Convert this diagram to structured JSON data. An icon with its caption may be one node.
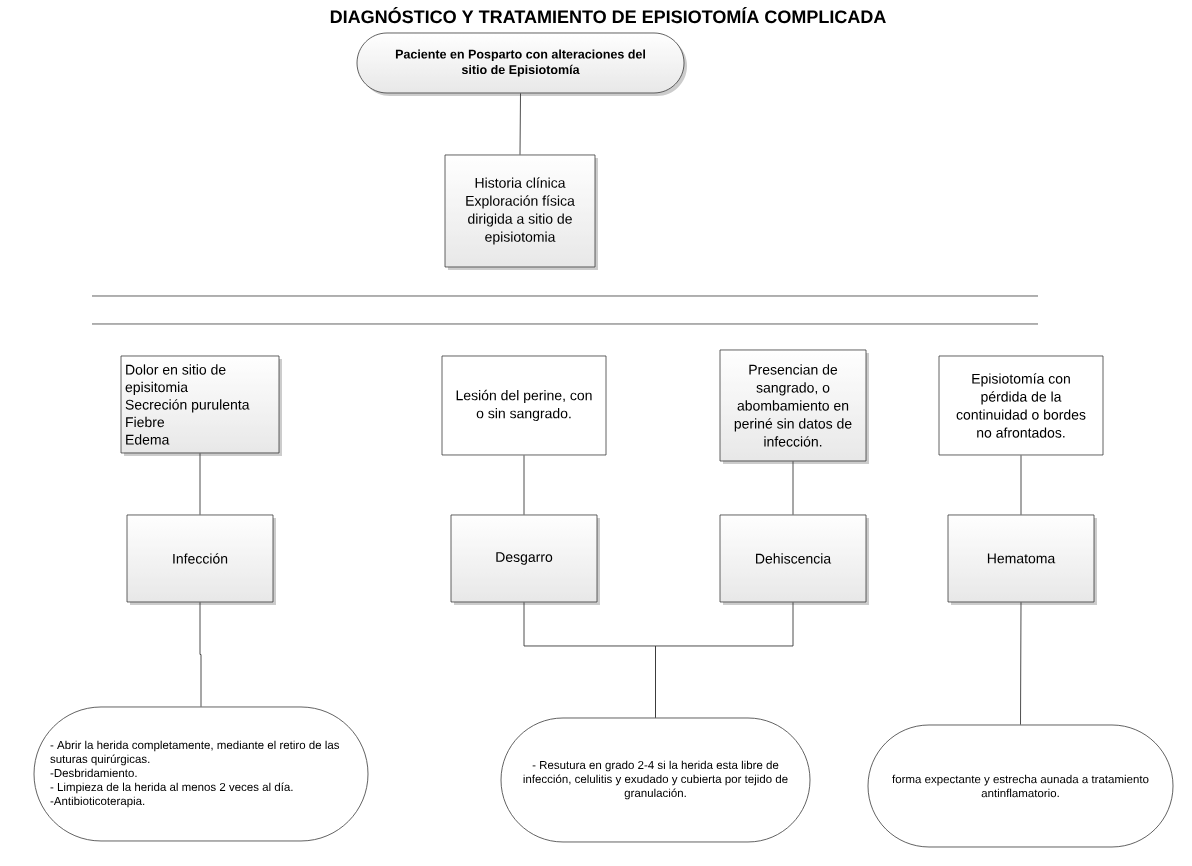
{
  "diagram": {
    "title": "DIAGNÓSTICO Y TRATAMIENTO DE EPISIOTOMÍA COMPLICADA",
    "nodes": [
      {
        "text": [
          "Paciente en Posparto con alteraciones del sitio de Episiotomía"
        ]
      },
      {
        "text": [
          "Historia clínica",
          "Exploración física dirigida a sitio de episiotomia"
        ]
      },
      {
        "text": [
          "Dolor en sitio de episitomia",
          "Secreción purulenta",
          "Fiebre",
          "Edema"
        ]
      },
      {
        "text": [
          "Lesión del perine, con o sin sangrado."
        ]
      },
      {
        "text": [
          "Presencian de sangrado, o abombamiento en periné sin datos de infección."
        ]
      },
      {
        "text": [
          "Episiotomía con pérdida de la continuidad o bordes no afrontados."
        ]
      },
      {
        "text": [
          "Infección"
        ]
      },
      {
        "text": [
          "Desgarro"
        ]
      },
      {
        "text": [
          "Dehiscencia"
        ]
      },
      {
        "text": [
          "Hematoma"
        ]
      },
      {
        "text": [
          "- Abrir la herida completamente, mediante el retiro de las suturas quirúrgicas.",
          "-Desbridamiento.",
          "- Limpieza de la herida al menos 2 veces al día.",
          "-Antibioticoterapia."
        ]
      },
      {
        "text": [
          "- Resutura en grado 2-4 si la herida esta libre de infección, celulitis y exudado y cubierta por tejido de granulación."
        ]
      },
      {
        "text": [
          "forma expectante y estrecha aunada a tratamiento antinflamatorio."
        ]
      }
    ],
    "edges": [
      {
        "from": 0,
        "to": 1,
        "arrow": "none"
      },
      {
        "from": 2,
        "to": 6,
        "arrow": "none"
      },
      {
        "from": 3,
        "to": 7,
        "arrow": "none"
      },
      {
        "from": 4,
        "to": 8,
        "arrow": "none"
      },
      {
        "from": 5,
        "to": 9,
        "arrow": "none"
      },
      {
        "from": 6,
        "to": 10,
        "arrow": "none"
      },
      {
        "from": 7,
        "to": 11,
        "arrow": "none"
      },
      {
        "from": 8,
        "to": 11,
        "arrow": "none"
      },
      {
        "from": 9,
        "to": 12,
        "arrow": "none"
      }
    ]
  }
}
